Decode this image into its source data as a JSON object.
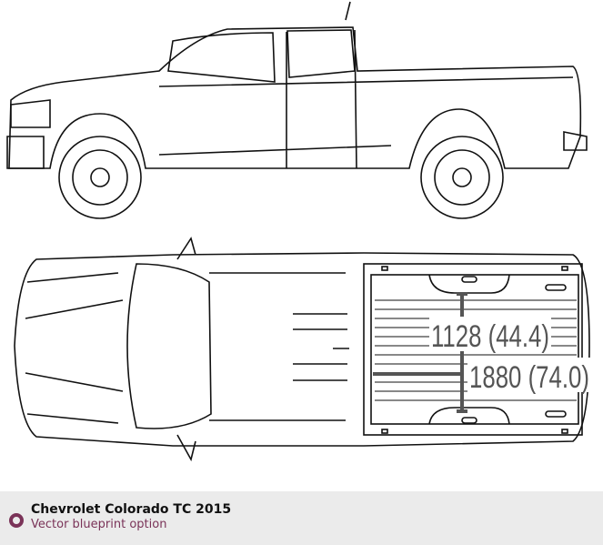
{
  "blueprint": {
    "bed_width": "1128 (44.4)",
    "bed_length": "1880 (74.0)"
  },
  "footer": {
    "title": "Chevrolet Colorado TC 2015",
    "subtitle": "Vector blueprint option"
  },
  "colors": {
    "accent": "#7a3358",
    "dimension": "#555555"
  }
}
